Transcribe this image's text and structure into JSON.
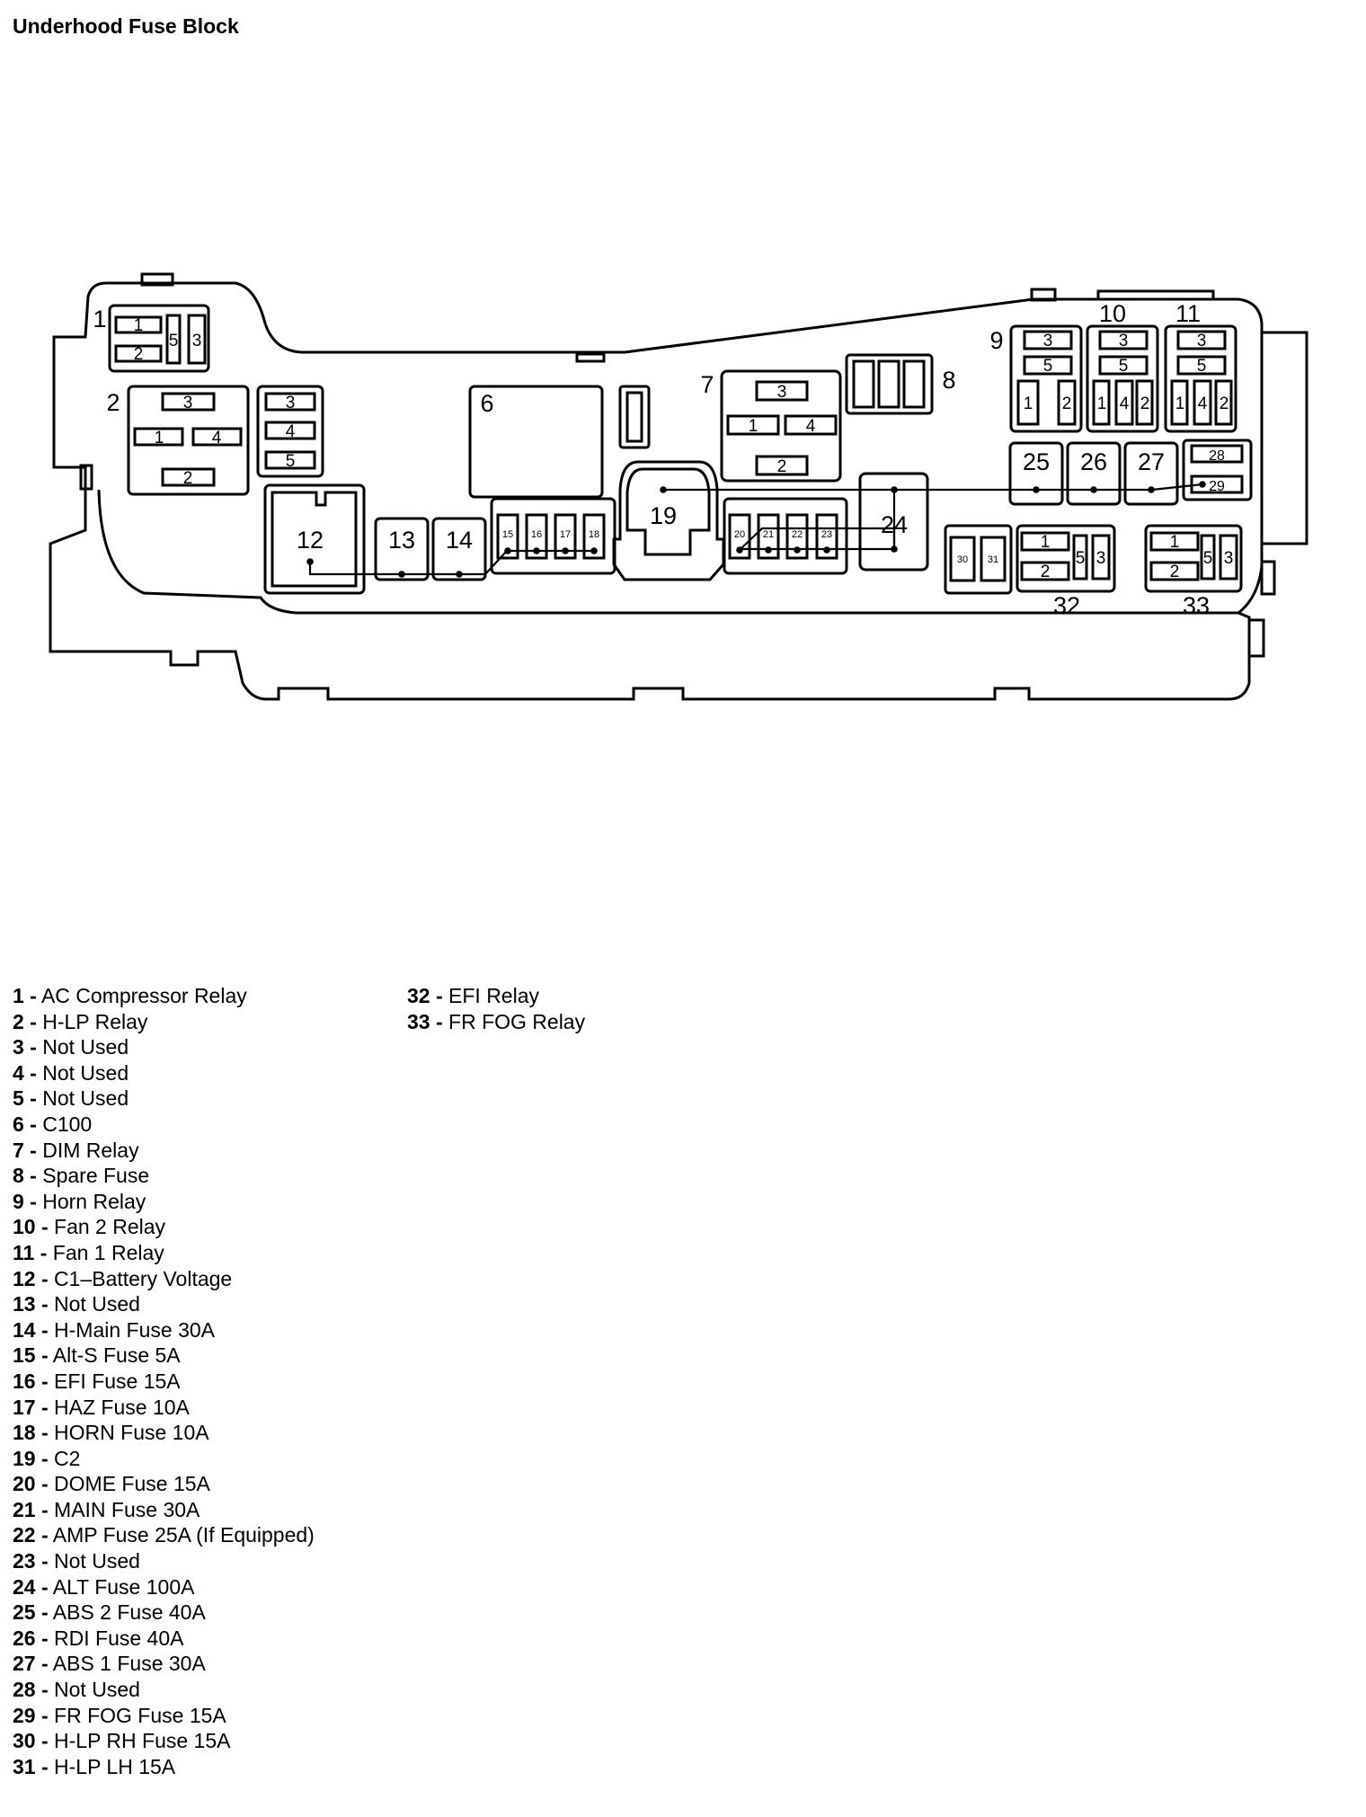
{
  "title": "Underhood Fuse Block",
  "labels": {
    "l1": "1",
    "l2": "2",
    "l6": "6",
    "l7": "7",
    "l8": "8",
    "l9": "9",
    "l10": "10",
    "l11": "11",
    "l12": "12",
    "l13": "13",
    "l14": "14",
    "l19": "19",
    "l24": "24",
    "l25": "25",
    "l26": "26",
    "l27": "27",
    "l28": "28",
    "l29": "29",
    "l30": "30",
    "l31": "31",
    "l32": "32",
    "l33": "33",
    "f15": "15",
    "f16": "16",
    "f17": "17",
    "f18": "18",
    "f20": "20",
    "f21": "21",
    "f22": "22",
    "f23": "23"
  },
  "pins": {
    "p1": "1",
    "p2": "2",
    "p3": "3",
    "p4": "4",
    "p5": "5"
  },
  "legend": [
    {
      "num": "1 -",
      "desc": " AC Compressor Relay"
    },
    {
      "num": "2 -",
      "desc": " H-LP Relay"
    },
    {
      "num": "3 -",
      "desc": " Not Used"
    },
    {
      "num": "4 -",
      "desc": " Not Used"
    },
    {
      "num": "5 -",
      "desc": " Not Used"
    },
    {
      "num": "6 -",
      "desc": " C100"
    },
    {
      "num": "7 -",
      "desc": " DIM Relay"
    },
    {
      "num": "8 -",
      "desc": " Spare Fuse"
    },
    {
      "num": "9 -",
      "desc": " Horn Relay"
    },
    {
      "num": "10 -",
      "desc": " Fan 2 Relay"
    },
    {
      "num": "11 -",
      "desc": " Fan 1 Relay"
    },
    {
      "num": "12 -",
      "desc": " C1–Battery Voltage"
    },
    {
      "num": "13 -",
      "desc": " Not Used"
    },
    {
      "num": "14 -",
      "desc": " H-Main Fuse 30A"
    },
    {
      "num": "15 -",
      "desc": " Alt-S Fuse 5A"
    },
    {
      "num": "16 -",
      "desc": " EFI Fuse 15A"
    },
    {
      "num": "17 -",
      "desc": " HAZ Fuse 10A"
    },
    {
      "num": "18 -",
      "desc": " HORN Fuse 10A"
    },
    {
      "num": "19 -",
      "desc": " C2"
    },
    {
      "num": "20 -",
      "desc": " DOME Fuse 15A"
    },
    {
      "num": "21 -",
      "desc": " MAIN Fuse 30A"
    },
    {
      "num": "22 -",
      "desc": " AMP Fuse 25A (If Equipped)"
    },
    {
      "num": "23 -",
      "desc": " Not Used"
    },
    {
      "num": "24 -",
      "desc": " ALT Fuse 100A"
    },
    {
      "num": "25 -",
      "desc": " ABS 2 Fuse 40A"
    },
    {
      "num": "26 -",
      "desc": " RDI Fuse 40A"
    },
    {
      "num": "27 -",
      "desc": " ABS 1 Fuse 30A"
    },
    {
      "num": "28 -",
      "desc": " Not Used"
    },
    {
      "num": "29 -",
      "desc": " FR FOG Fuse 15A"
    },
    {
      "num": "30 -",
      "desc": " H-LP RH Fuse 15A"
    },
    {
      "num": "31 -",
      "desc": " H-LP LH 15A"
    },
    {
      "num": "32 -",
      "desc": " EFI Relay"
    },
    {
      "num": "33 -",
      "desc": " FR FOG Relay"
    }
  ]
}
